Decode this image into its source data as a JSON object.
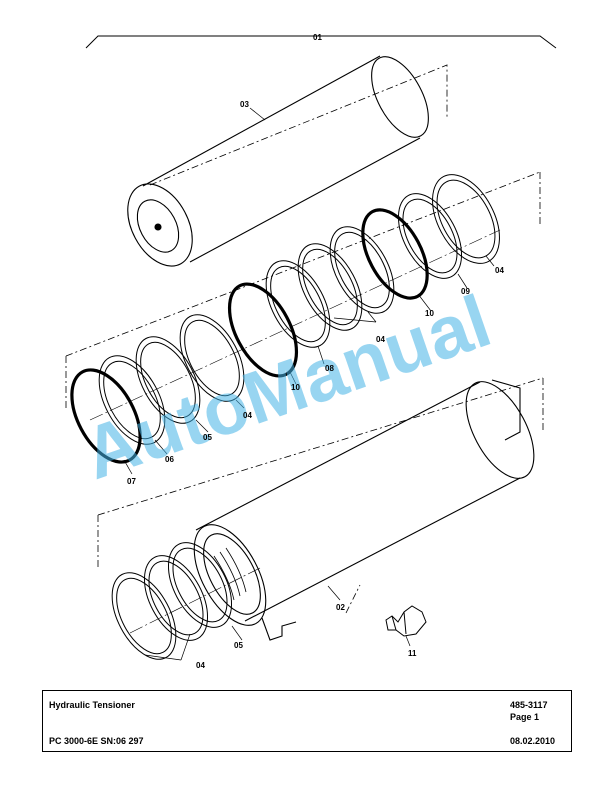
{
  "drawing": {
    "callouts": {
      "assembly": "01",
      "cylinder": "02",
      "piston": "03",
      "ring_upper": "04",
      "ring_middle": "04",
      "ring_lower": "04",
      "ring_set_04": "04",
      "seal_05a": "05",
      "seal_05b": "05",
      "seal_06": "06",
      "seal_07": "07",
      "seal_08": "08",
      "seal_09": "09",
      "oring_10a": "10",
      "oring_10b": "10",
      "fitting": "11"
    },
    "watermark": "AutoManual",
    "colors": {
      "line": "#000000",
      "watermark": "#43b3e6"
    }
  },
  "title_block": {
    "title": "Hydraulic Tensioner",
    "part_number": "485-3117",
    "page": "Page 1",
    "model": "PC 3000-6E SN:06 297",
    "date": "08.02.2010"
  }
}
